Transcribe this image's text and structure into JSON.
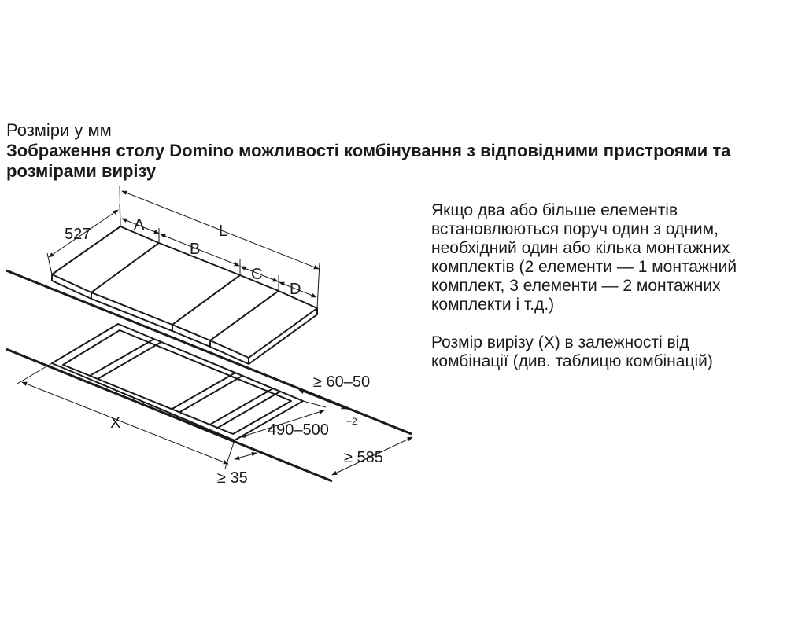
{
  "header": {
    "subtitle": "Розміри у мм",
    "title": "Зображення столу Domino можливості комбінування з відповідними пристроями та розмірами вирізу"
  },
  "notes": [
    "Якщо два або більше елементів\nвстановлюються поруч один з одним,\nнеобхідний один або кілька монтажних\nкомплектів (2 елементи — 1 монтажний\nкомплект, 3 елементи — 2 монтажних\nкомплекти і т.д.)",
    "Розмір вирізу (X) в залежності від\nкомбінації (див. таблицю комбінацій)"
  ],
  "drawing": {
    "labels": {
      "depth": "527",
      "a": "A",
      "b": "B",
      "c": "C",
      "d": "D",
      "total": "L",
      "cutout_width": "X",
      "edge_gap": "≥ 60–50",
      "cutout_depth": "490–500",
      "cutout_depth_tolerance": "+2",
      "counter_depth": "≥ 585",
      "front_gap": "≥ 35"
    }
  }
}
